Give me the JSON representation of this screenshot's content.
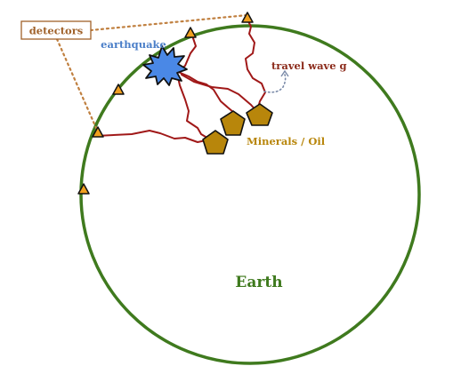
{
  "labels": {
    "detectors": "detectors",
    "earthquake": "earthquake",
    "travel_wave": "travel wave g",
    "minerals": "Minerals / Oil",
    "earth": "Earth"
  },
  "colors": {
    "earth_outline": "#3f7a1e",
    "earth_label": "#3f7a1e",
    "detector_fill": "#f0a020",
    "detector_stroke": "#111111",
    "detectors_box": "#a0622a",
    "dotted_line": "#c08040",
    "wave_path": "#a01818",
    "travel_wave_label": "#8b2a1a",
    "travel_wave_arrow": "#7a8aa8",
    "mineral_fill": "#b8860b",
    "mineral_label": "#b8860b",
    "earthquake_fill": "#4a88e6",
    "earthquake_label": "#4a7ec8"
  },
  "icons": {
    "detector": "triangle-detector-icon",
    "mineral": "pentagon-mineral-icon",
    "earthquake": "starburst-earthquake-icon"
  }
}
